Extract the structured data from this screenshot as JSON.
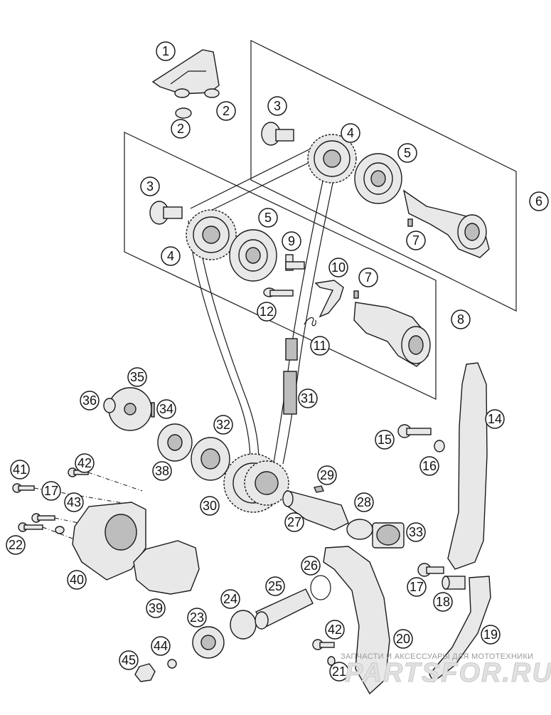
{
  "diagram": {
    "callouts": [
      {
        "id": "c1",
        "label": "1"
      },
      {
        "id": "c2a",
        "label": "2"
      },
      {
        "id": "c2b",
        "label": "2"
      },
      {
        "id": "c3a",
        "label": "3"
      },
      {
        "id": "c4a",
        "label": "4"
      },
      {
        "id": "c5a",
        "label": "5"
      },
      {
        "id": "c6",
        "label": "6"
      },
      {
        "id": "c7a",
        "label": "7"
      },
      {
        "id": "c3b",
        "label": "3"
      },
      {
        "id": "c5b",
        "label": "5"
      },
      {
        "id": "c4b",
        "label": "4"
      },
      {
        "id": "c9",
        "label": "9"
      },
      {
        "id": "c10",
        "label": "10"
      },
      {
        "id": "c7b",
        "label": "7"
      },
      {
        "id": "c8",
        "label": "8"
      },
      {
        "id": "c12",
        "label": "12"
      },
      {
        "id": "c11",
        "label": "11"
      },
      {
        "id": "c35",
        "label": "35"
      },
      {
        "id": "c36",
        "label": "36"
      },
      {
        "id": "c34",
        "label": "34"
      },
      {
        "id": "c31",
        "label": "31"
      },
      {
        "id": "c14",
        "label": "14"
      },
      {
        "id": "c32",
        "label": "32"
      },
      {
        "id": "c15",
        "label": "15"
      },
      {
        "id": "c16",
        "label": "16"
      },
      {
        "id": "c38",
        "label": "38"
      },
      {
        "id": "c29",
        "label": "29"
      },
      {
        "id": "c41",
        "label": "41"
      },
      {
        "id": "c42a",
        "label": "42"
      },
      {
        "id": "c17a",
        "label": "17"
      },
      {
        "id": "c43",
        "label": "43"
      },
      {
        "id": "c30",
        "label": "30"
      },
      {
        "id": "c28",
        "label": "28"
      },
      {
        "id": "c27",
        "label": "27"
      },
      {
        "id": "c33",
        "label": "33"
      },
      {
        "id": "c22",
        "label": "22"
      },
      {
        "id": "c40",
        "label": "40"
      },
      {
        "id": "c26",
        "label": "26"
      },
      {
        "id": "c17b",
        "label": "17"
      },
      {
        "id": "c18",
        "label": "18"
      },
      {
        "id": "c25",
        "label": "25"
      },
      {
        "id": "c24",
        "label": "24"
      },
      {
        "id": "c39",
        "label": "39"
      },
      {
        "id": "c23",
        "label": "23"
      },
      {
        "id": "c42b",
        "label": "42"
      },
      {
        "id": "c20",
        "label": "20"
      },
      {
        "id": "c19",
        "label": "19"
      },
      {
        "id": "c44",
        "label": "44"
      },
      {
        "id": "c45",
        "label": "45"
      },
      {
        "id": "c21",
        "label": "21"
      }
    ]
  },
  "watermark": {
    "text": "ЗАПЧАСТИ И АКСЕССУАРЫ ДЛЯ МОТОТЕХНИКИ",
    "logo": "PARTSFOR.RU"
  }
}
